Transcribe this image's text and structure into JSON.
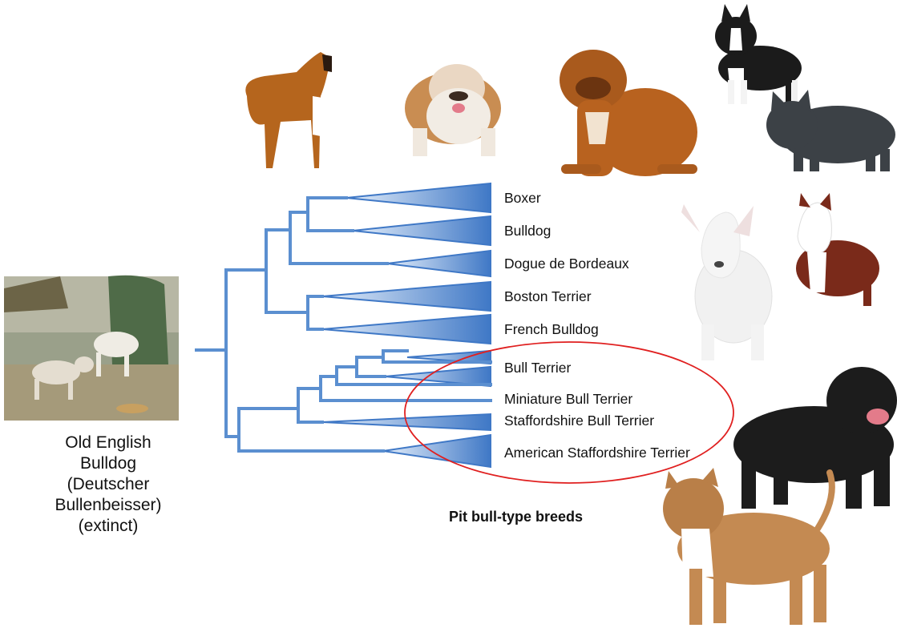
{
  "ancestor": {
    "caption_lines": [
      "Old English",
      "Bulldog",
      "(Deutscher",
      "Bullenbeisser)",
      "(extinct)"
    ]
  },
  "breeds": [
    {
      "label": "Boxer",
      "photo": "boxer-icon"
    },
    {
      "label": "Bulldog",
      "photo": "bulldog-icon"
    },
    {
      "label": "Dogue de Bordeaux",
      "photo": "dogue-de-bordeaux-icon"
    },
    {
      "label": "Boston Terrier",
      "photo": "boston-terrier-icon"
    },
    {
      "label": "French Bulldog",
      "photo": "french-bulldog-icon"
    },
    {
      "label": "Bull Terrier",
      "photo": "bull-terrier-icon"
    },
    {
      "label": "Miniature Bull Terrier",
      "photo": "miniature-bull-terrier-icon"
    },
    {
      "label": "Staffordshire Bull Terrier",
      "photo": "staffordshire-bull-terrier-icon"
    },
    {
      "label": "American Staffordshire Terrier",
      "photo": "american-staffordshire-terrier-icon"
    }
  ],
  "highlight": {
    "label": "Pit bull-type breeds",
    "members": [
      "Bull Terrier",
      "Miniature Bull Terrier",
      "Staffordshire Bull Terrier",
      "American Staffordshire Terrier"
    ]
  },
  "colors": {
    "tree_line": "#5b8fd0",
    "wedge_dark": "#3f78c6",
    "wedge_light": "#e4eefa",
    "highlight_ellipse": "#e02020"
  }
}
